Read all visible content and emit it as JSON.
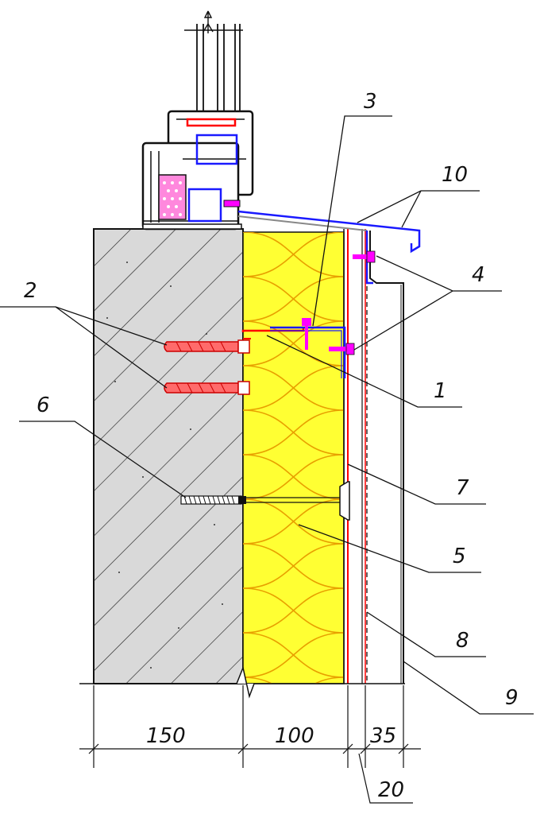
{
  "callouts": {
    "c1": "1",
    "c2": "2",
    "c3": "3",
    "c4": "4",
    "c5": "5",
    "c6": "6",
    "c7": "7",
    "c8": "8",
    "c9": "9",
    "c10": "10"
  },
  "dimensions": {
    "d150": "150",
    "d100": "100",
    "d35": "35",
    "d20": "20"
  },
  "colors": {
    "concrete": "#d9d9d9",
    "insulation": "#ffff33",
    "insulation_wave": "#e8a000",
    "anchor": "#ff3b3b",
    "bracket": "#1a1aff",
    "screw": "#ff00ff",
    "membrane": "#ff0000",
    "window_red": "#ff0000",
    "seal": "#ff44cc"
  }
}
